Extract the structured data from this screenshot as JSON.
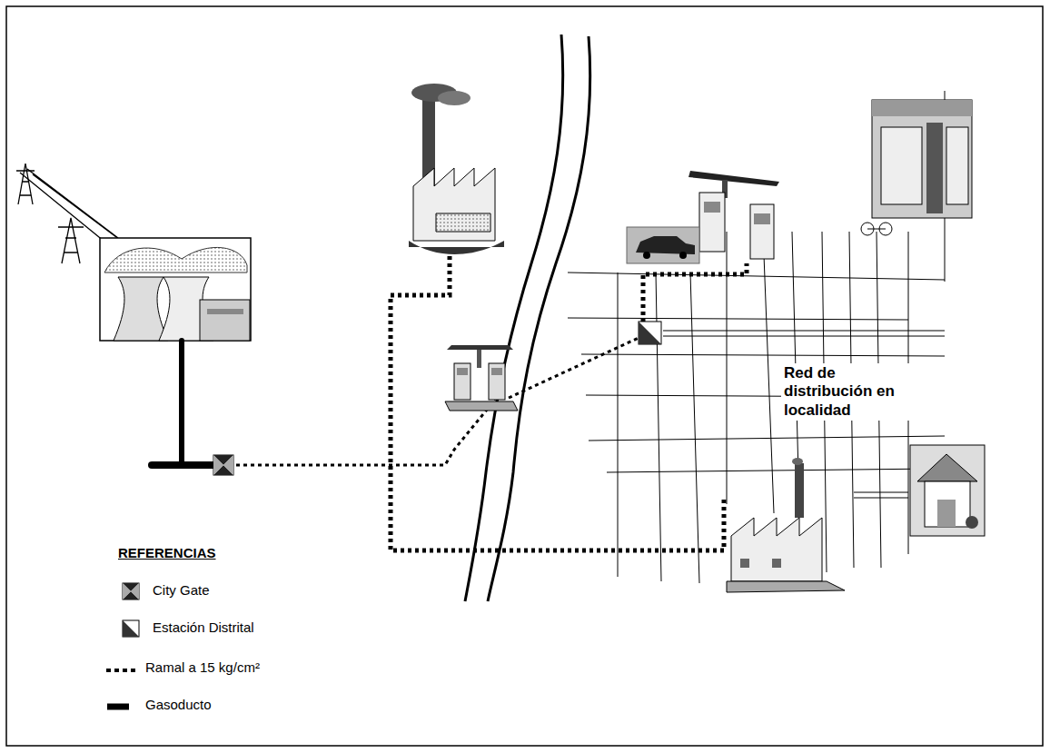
{
  "diagram": {
    "labels": [
      "Red de distribución en localidad",
      "REFERENCIAS"
    ],
    "legend": [
      {
        "text": "City Gate"
      },
      {
        "text": "Estación Distrital"
      },
      {
        "text": "Ramal a 15 kg/cm²"
      },
      {
        "text": "Gasoducto"
      }
    ]
  }
}
